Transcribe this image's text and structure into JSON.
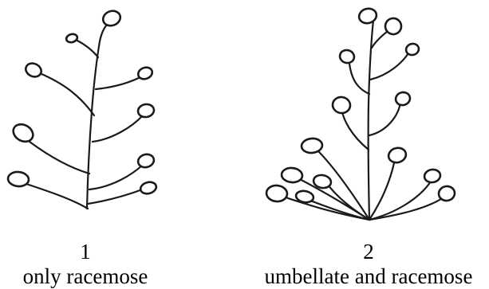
{
  "figures": [
    {
      "number": "1",
      "caption": "only racemose"
    },
    {
      "number": "2",
      "caption": "umbellate and racemose"
    }
  ]
}
